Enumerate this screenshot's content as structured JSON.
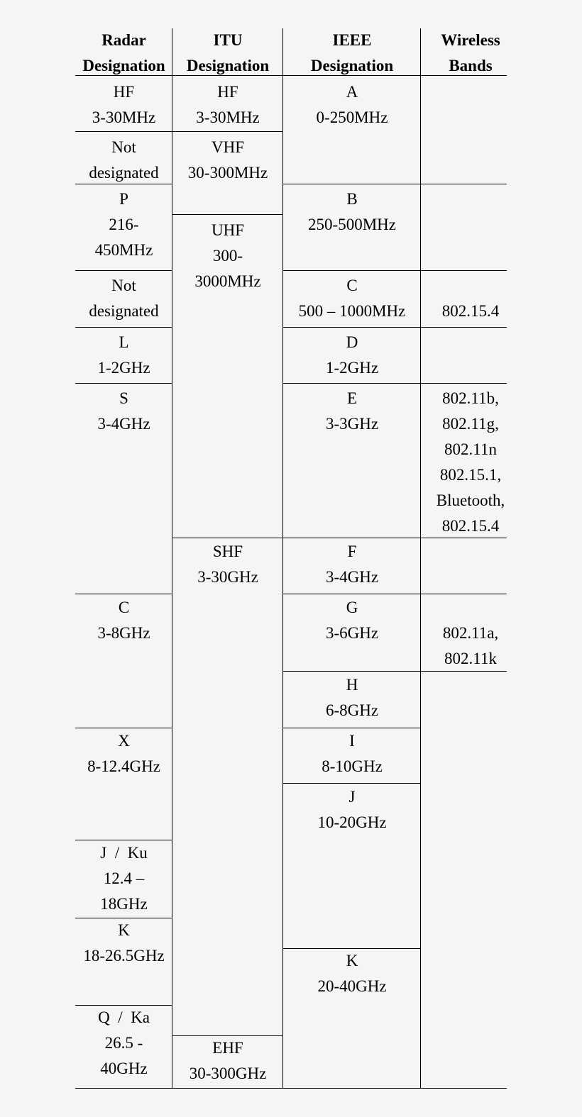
{
  "headers": {
    "radar": [
      "Radar",
      "Designation"
    ],
    "itu": [
      "ITU",
      "Designation"
    ],
    "ieee": [
      "IEEE",
      "Designation"
    ],
    "wireless": [
      "Wireless",
      "Bands"
    ]
  },
  "radar": [
    [
      "HF",
      "3-30MHz"
    ],
    [
      "Not",
      "designated"
    ],
    [
      "P",
      "216-",
      "450MHz"
    ],
    [
      "Not",
      "designated"
    ],
    [
      "L",
      "1-2GHz"
    ],
    [
      "S",
      "3-4GHz"
    ],
    [
      "C",
      "3-8GHz"
    ],
    [
      "X",
      "8-12.4GHz"
    ],
    [
      "J  /  Ku",
      "12.4 –",
      "18GHz"
    ],
    [
      "K",
      "18-26.5GHz"
    ],
    [
      "Q  /  Ka",
      "26.5 -",
      "40GHz"
    ]
  ],
  "itu": [
    [
      "HF",
      "3-30MHz"
    ],
    [
      "VHF",
      "30-300MHz"
    ],
    [
      "UHF",
      "300-",
      "3000MHz"
    ],
    [
      "SHF",
      "3-30GHz"
    ],
    [
      "EHF",
      "30-300GHz"
    ]
  ],
  "ieee": [
    [
      "A",
      "0-250MHz"
    ],
    [
      "B",
      "250-500MHz"
    ],
    [
      "C",
      "500 – 1000MHz"
    ],
    [
      "D",
      "1-2GHz"
    ],
    [
      "E",
      "3-3GHz"
    ],
    [
      "F",
      "3-4GHz"
    ],
    [
      "G",
      "3-6GHz"
    ],
    [
      "H",
      "6-8GHz"
    ],
    [
      "I",
      "8-10GHz"
    ],
    [
      "J",
      "10-20GHz"
    ],
    [
      "K",
      "20-40GHz"
    ]
  ],
  "wireless": [
    [
      "802.15.4"
    ],
    [
      "802.11b,",
      "802.11g,",
      "802.11n",
      "802.15.1,",
      "Bluetooth,",
      "802.15.4"
    ],
    [
      "802.11a,",
      "802.11k"
    ]
  ]
}
